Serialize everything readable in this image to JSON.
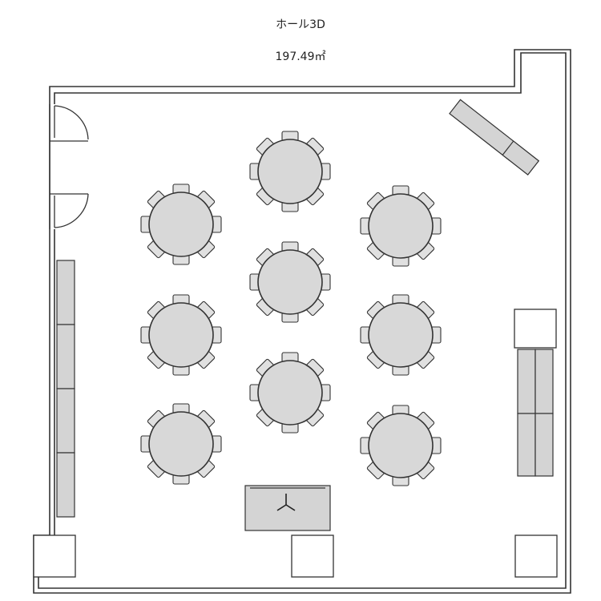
{
  "room": {
    "name": "ホール3D",
    "area": "197.49㎡"
  },
  "icons": {
    "door": "double-swing-door-icon",
    "projector": "projector-tripod-icon"
  },
  "layout": {
    "round_table_count": 9,
    "chairs_per_table": 8
  }
}
